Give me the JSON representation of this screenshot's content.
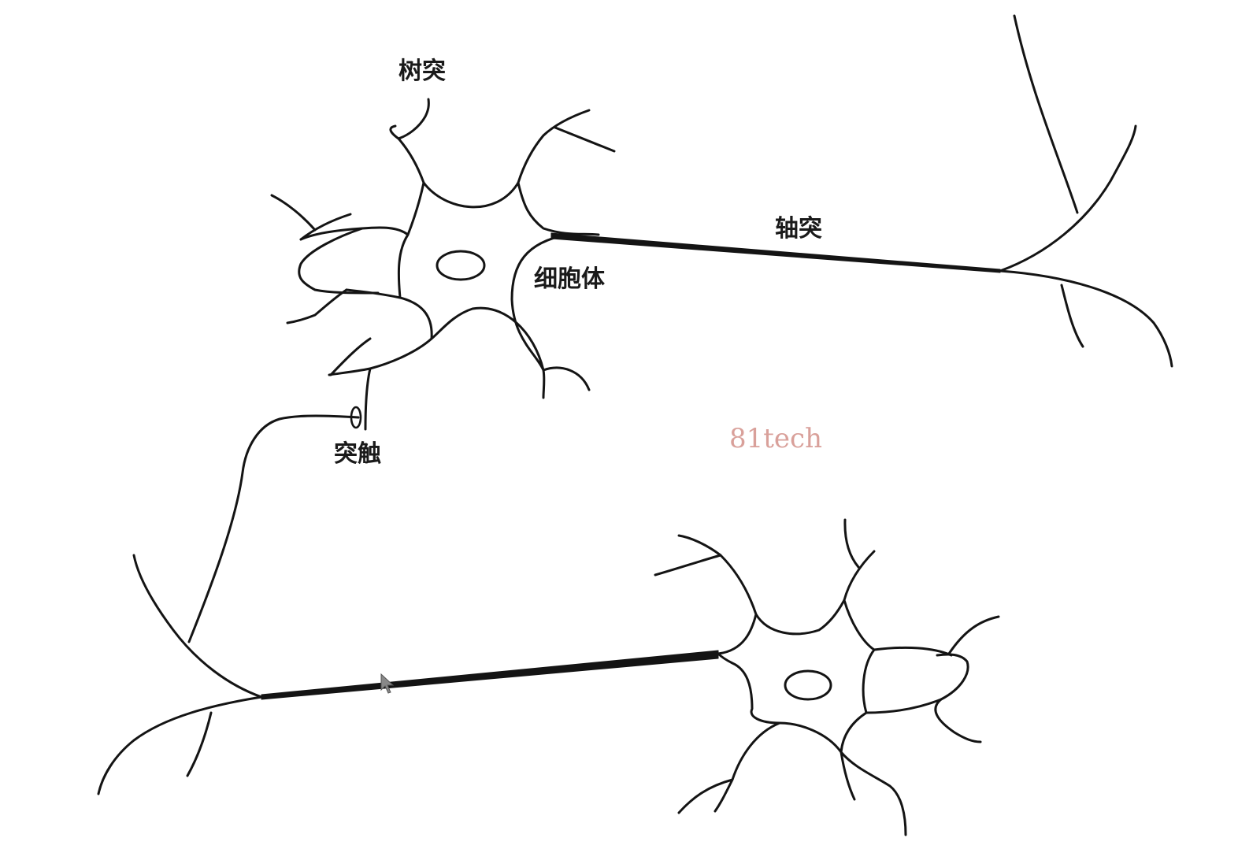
{
  "labels": {
    "dendrite": "树突",
    "axon": "轴突",
    "cell_body": "细胞体",
    "synapse": "突触"
  },
  "watermark": {
    "text": "81tech",
    "color": "#d9a09a"
  },
  "colors": {
    "ink": "#141414",
    "background": "#ffffff"
  },
  "icons": {
    "cursor": "mouse-pointer-icon"
  }
}
